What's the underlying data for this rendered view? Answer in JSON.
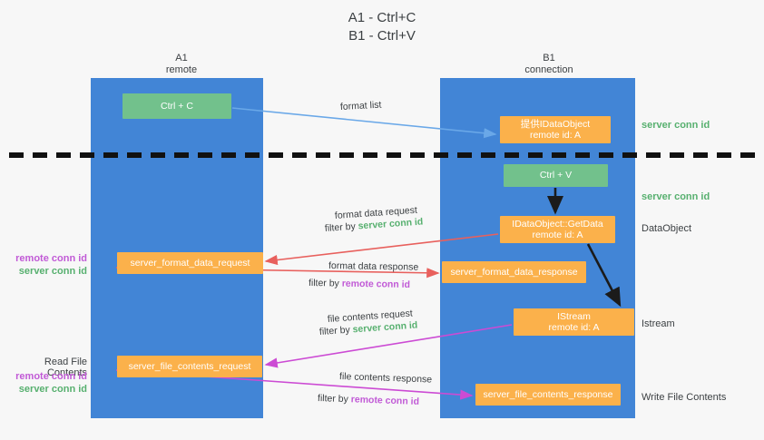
{
  "title": {
    "line1": "A1 - Ctrl+C",
    "line2": "B1 - Ctrl+V"
  },
  "columns": [
    {
      "name": "A1",
      "sub": "remote"
    },
    {
      "name": "B1",
      "sub": "connection"
    }
  ],
  "boxes": {
    "ctrl_c": "Ctrl + C",
    "idataobject": "提供IDataObject\nremote id: A",
    "ctrl_v": "Ctrl + V",
    "getdata": "IDataObject::GetData\nremote id: A",
    "server_format_data_request": "server_format_data_request",
    "server_format_data_response": "server_format_data_response",
    "istream": "IStream\nremote id: A",
    "server_file_contents_request": "server_file_contents_request",
    "server_file_contents_response": "server_file_contents_response"
  },
  "side_labels": {
    "server_conn_id_top": "server conn id",
    "server_conn_id_mid": "server conn id",
    "dataobject": "DataObject",
    "istream": "Istream",
    "write_file_contents": "Write File Contents",
    "remote_conn_id": "remote conn id",
    "server_conn_id": "server conn id",
    "read_file_contents": "Read File Contents"
  },
  "annotations": {
    "format_list": "format list",
    "format_data_request": "format data request",
    "filter_by": "filter by",
    "format_data_response": "format data response",
    "file_contents_request": "file contents request",
    "file_contents_response": "file contents response",
    "server_conn_id": "server conn id",
    "remote_conn_id": "remote conn id"
  },
  "colors": {
    "lane": "#4285d6",
    "green_box": "#72c18c",
    "orange_box": "#fbb14b",
    "green_text": "#57b06f",
    "purple_text": "#c15ad6",
    "arrow_blue": "#6aa8e8",
    "arrow_red": "#e8605d",
    "arrow_magenta": "#cc4bd4",
    "arrow_dark": "#1b1b1b"
  }
}
